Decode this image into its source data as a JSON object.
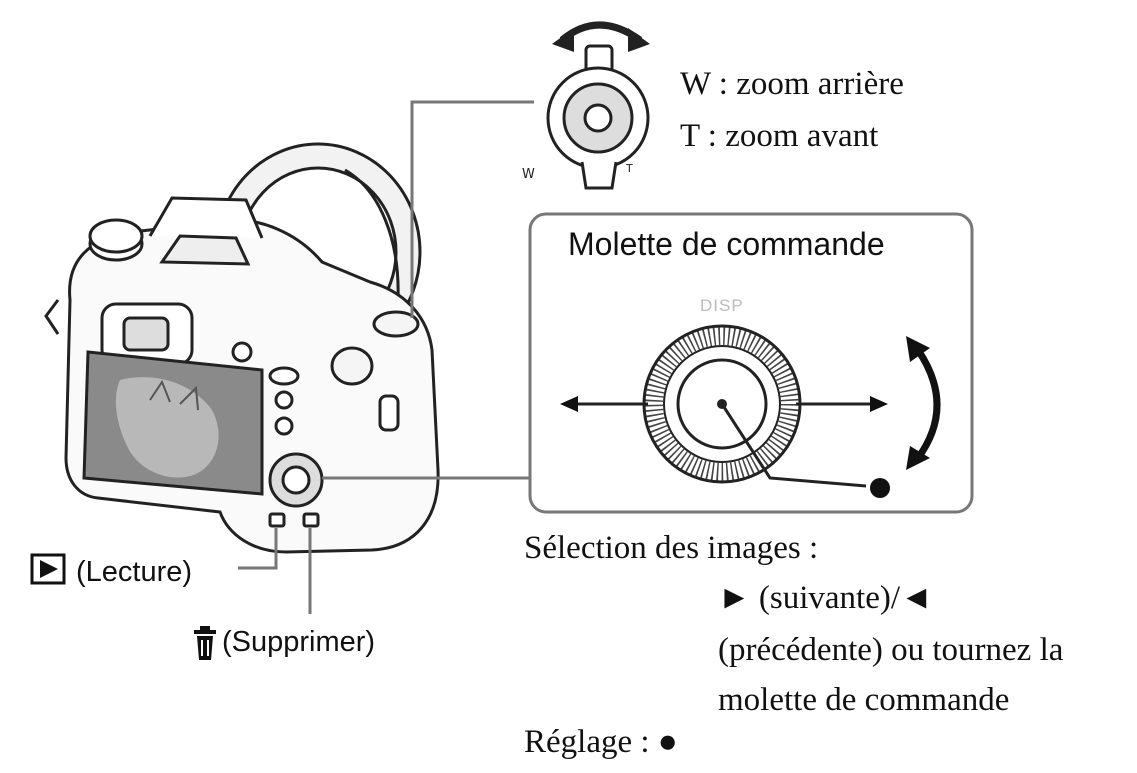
{
  "zoom": {
    "wide": "W : zoom arrière",
    "tele": "T : zoom avant"
  },
  "dial": {
    "title": "Molette de commande",
    "disp": "DISP"
  },
  "selection": {
    "title": "Sélection des images :",
    "line1": "► (suivante)/◄",
    "line2": "(précédente) ou tournez la",
    "line3": "molette de commande"
  },
  "setting": "Réglage : ●",
  "buttons": {
    "playback": "(Lecture)",
    "delete": "(Supprimer)"
  },
  "colors": {
    "line": "#777777",
    "ink": "#111111",
    "disp": "#bbbbbb"
  }
}
